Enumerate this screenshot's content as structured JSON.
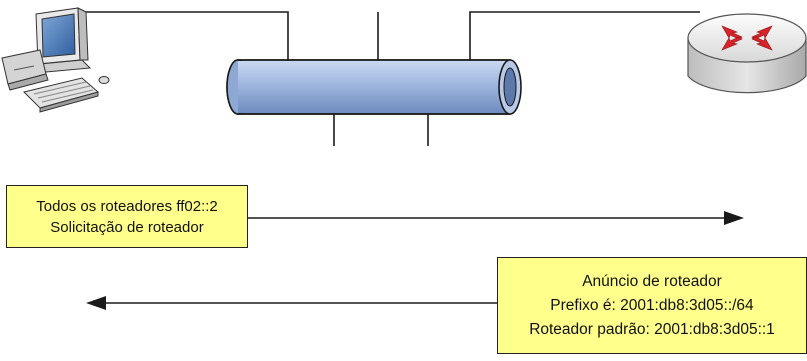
{
  "nodes": {
    "host": {
      "icon": "desktop-computer-icon"
    },
    "bus": {
      "icon": "network-bus-icon"
    },
    "router": {
      "icon": "router-icon"
    }
  },
  "messages": {
    "router_solicitation": {
      "lines": [
        "Todos os roteadores ff02::2",
        "Solicitação de roteador"
      ],
      "direction": "host-to-router"
    },
    "router_advertisement": {
      "lines": [
        "Anúncio de roteador",
        "Prefixo é: 2001:db8:3d05::/64",
        "Roteador padrão: 2001:db8:3d05::1"
      ],
      "direction": "router-to-host"
    }
  },
  "colors": {
    "box_fill": "#ffff8c",
    "bus_fill": "#9fb7df",
    "line": "#1a1a1a",
    "router_arrows": "#d9232a"
  }
}
